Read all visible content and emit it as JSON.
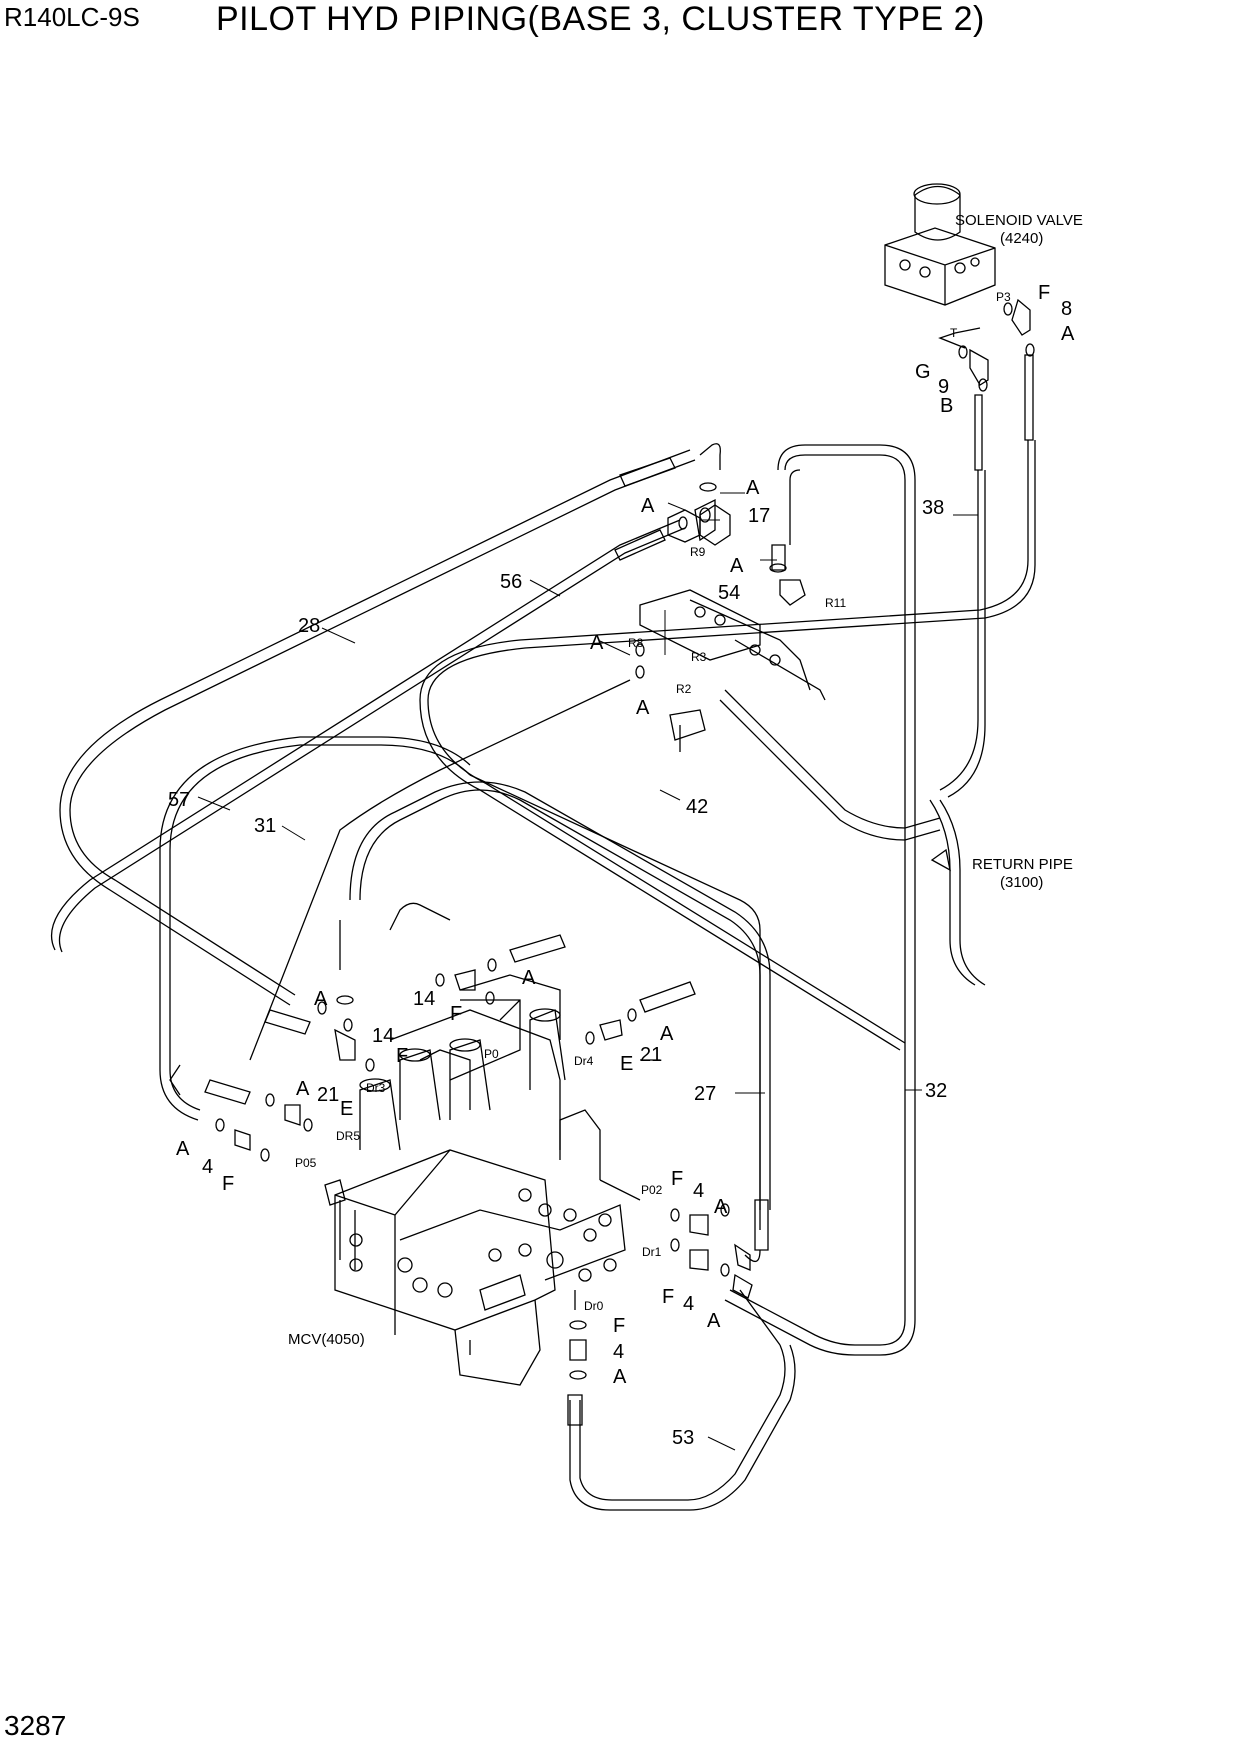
{
  "header": {
    "model": "R140LC-9S",
    "title": "PILOT HYD PIPING(BASE 3, CLUSTER TYPE 2)"
  },
  "page_number": "3287",
  "captions": {
    "solenoid_valve": "SOLENOID VALVE",
    "solenoid_code": "(4240)",
    "return_pipe": "RETURN PIPE",
    "return_code": "(3100)",
    "mcv": "MCV(4050)"
  },
  "ports": [
    "P3",
    "T",
    "R9",
    "R11",
    "R8",
    "R3",
    "R2",
    "P0",
    "Dr4",
    "Dr3",
    "DR5",
    "P05",
    "P02",
    "Dr1",
    "Dr0"
  ],
  "callouts": [
    "F",
    "8",
    "A",
    "G",
    "9",
    "B",
    "38",
    "A",
    "A",
    "17",
    "A",
    "54",
    "28",
    "56",
    "A",
    "A",
    "57",
    "31",
    "42",
    "A",
    "A",
    "14",
    "F",
    "A",
    "14",
    "F",
    "A",
    "21",
    "E",
    "A",
    "21",
    "E",
    "27",
    "32",
    "A",
    "4",
    "F",
    "F",
    "4",
    "A",
    "F",
    "4",
    "A",
    "F",
    "4",
    "A",
    "53"
  ]
}
